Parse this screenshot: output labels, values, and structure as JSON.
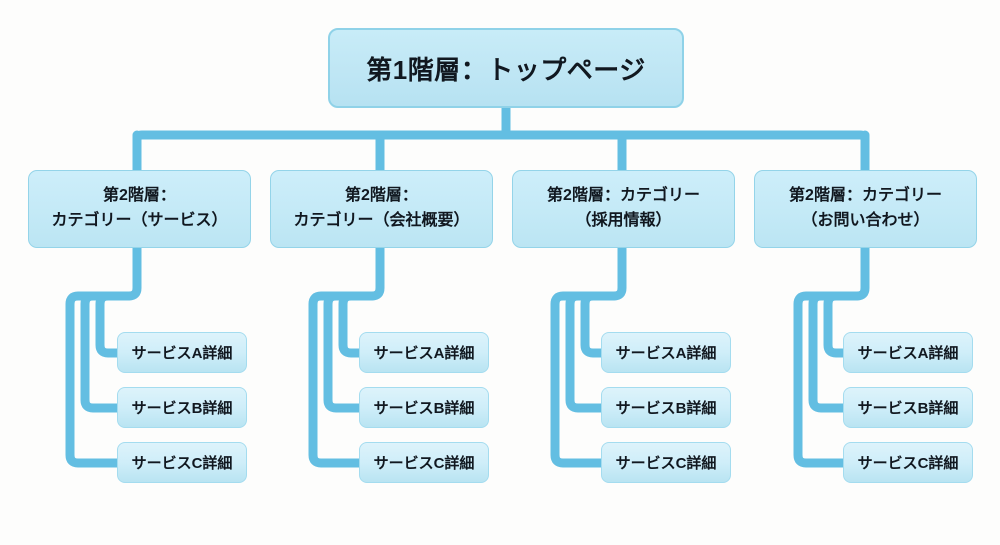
{
  "diagram": {
    "type": "site-structure-tree",
    "background_color": "#fdfdfc",
    "connector_color": "#63bee2",
    "box_border_color": "#94d4e9",
    "box_fill_color": "#c3e9f6",
    "text_color": "#111820",
    "root": {
      "label": "第1階層：トップページ"
    },
    "categories": [
      {
        "label": "第2階層：\nカテゴリー（サービス）",
        "children": [
          {
            "label": "サービスA詳細"
          },
          {
            "label": "サービスB詳細"
          },
          {
            "label": "サービスC詳細"
          }
        ]
      },
      {
        "label": "第2階層：\nカテゴリー（会社概要）",
        "children": [
          {
            "label": "サービスA詳細"
          },
          {
            "label": "サービスB詳細"
          },
          {
            "label": "サービスC詳細"
          }
        ]
      },
      {
        "label": "第2階層：カテゴリー\n（採用情報）",
        "children": [
          {
            "label": "サービスA詳細"
          },
          {
            "label": "サービスB詳細"
          },
          {
            "label": "サービスC詳細"
          }
        ]
      },
      {
        "label": "第2階層：カテゴリー\n（お問い合わせ）",
        "children": [
          {
            "label": "サービスA詳細"
          },
          {
            "label": "サービスB詳細"
          },
          {
            "label": "サービスC詳細"
          }
        ]
      }
    ]
  }
}
